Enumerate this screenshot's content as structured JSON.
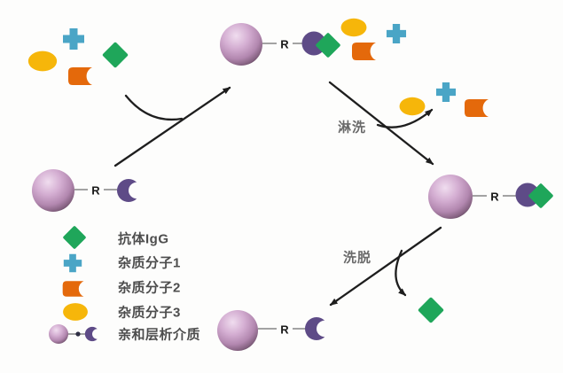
{
  "diagram": {
    "linker_label": "R",
    "steps": {
      "wash_label": "淋洗",
      "elute_label": "洗脱"
    },
    "legend": {
      "items": [
        {
          "icon": "antibody-diamond-icon",
          "label": "抗体IgG"
        },
        {
          "icon": "impurity1-cross-icon",
          "label": "杂质分子1"
        },
        {
          "icon": "impurity2-flag-icon",
          "label": "杂质分子2"
        },
        {
          "icon": "impurity3-oval-icon",
          "label": "杂质分子3"
        },
        {
          "icon": "affinity-medium-icon",
          "label": "亲和层析介质"
        }
      ]
    },
    "colors": {
      "antibody": "#1fa65a",
      "impurity1": "#4aa5c6",
      "impurity2": "#e4690b",
      "impurity3": "#f6b60a",
      "ligand": "#5e4b87",
      "bead": "#c9a2c7",
      "arrow": "#1e1e1e",
      "connector": "#a3a3a3",
      "step_text": "#6a6a6a",
      "legend_text": "#4d4d4d"
    }
  }
}
